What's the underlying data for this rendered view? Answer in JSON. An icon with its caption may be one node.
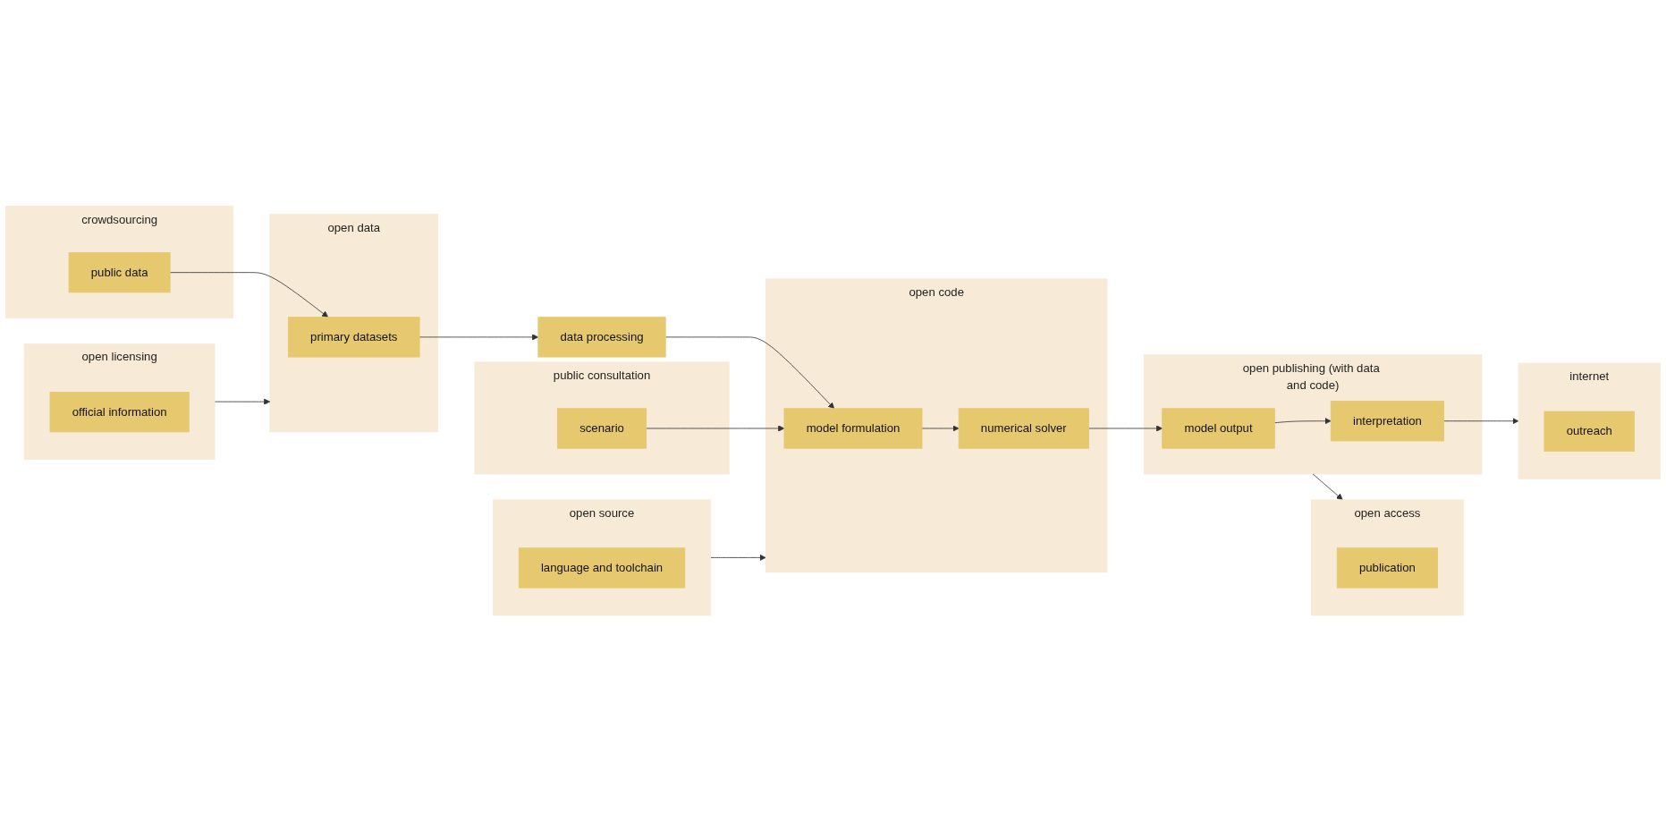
{
  "diagram": {
    "nodes": [
      {
        "text": [
          "open licensing"
        ]
      },
      {
        "text": [
          "official information"
        ],
        "in": 0
      },
      {
        "text": [
          "open source"
        ]
      },
      {
        "text": [
          "language and toolchain"
        ],
        "in": 2
      },
      {
        "text": [
          "open access"
        ]
      },
      {
        "text": [
          "publication"
        ],
        "in": 4
      },
      {
        "text": [
          "open data"
        ]
      },
      {
        "text": [
          "primary datasets"
        ],
        "in": 6
      },
      {
        "text": [
          "data processing"
        ]
      },
      {
        "text": [
          "open code"
        ]
      },
      {
        "text": [
          "model formulation"
        ],
        "in": 9
      },
      {
        "text": [
          "numerical solver"
        ],
        "in": 9
      },
      {
        "text": [
          "open publishing (with data and code)"
        ]
      },
      {
        "text": [
          "model output"
        ],
        "in": 12
      },
      {
        "text": [
          "interpretation"
        ],
        "in": 12
      },
      {
        "text": [
          "crowdsourcing"
        ]
      },
      {
        "text": [
          "public data"
        ],
        "in": 15
      },
      {
        "text": [
          "public consultation"
        ]
      },
      {
        "text": [
          "scenario"
        ],
        "in": 17
      },
      {
        "text": [
          "internet"
        ]
      },
      {
        "text": [
          "outreach"
        ],
        "in": 19
      }
    ],
    "edges": [
      {
        "from": 0,
        "to": 6,
        "arrow": "to"
      },
      {
        "from": 2,
        "to": 9,
        "arrow": "to"
      },
      {
        "from": 12,
        "to": 4,
        "arrow": "to"
      },
      {
        "from": 7,
        "to": 8,
        "arrow": "to"
      },
      {
        "from": 8,
        "to": 10,
        "arrow": "to"
      },
      {
        "from": 10,
        "to": 11,
        "arrow": "to"
      },
      {
        "from": 11,
        "to": 13,
        "arrow": "to"
      },
      {
        "from": 13,
        "to": 14,
        "arrow": "to"
      },
      {
        "from": 16,
        "to": 7,
        "arrow": "to"
      },
      {
        "from": 18,
        "to": 10,
        "arrow": "to"
      },
      {
        "from": 14,
        "to": 19,
        "arrow": "to"
      }
    ]
  }
}
